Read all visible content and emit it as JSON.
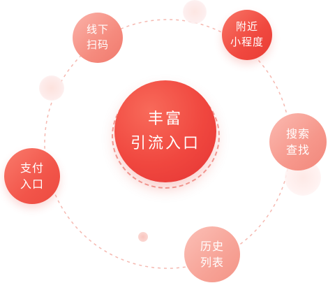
{
  "center": {
    "text": "丰富\n引流入口"
  },
  "nodes": [
    {
      "id": "offline-scan",
      "text": "线下\n扫码"
    },
    {
      "id": "nearby-miniapp",
      "text": "附近\n小程度"
    },
    {
      "id": "search-find",
      "text": "搜索\n查找"
    },
    {
      "id": "pay-entry",
      "text": "支付\n入口"
    },
    {
      "id": "history-list",
      "text": "历史\n列表"
    }
  ],
  "colors": {
    "primary": "#f0473f",
    "light": "#f7a397",
    "orbit": "#f5b8b0"
  }
}
